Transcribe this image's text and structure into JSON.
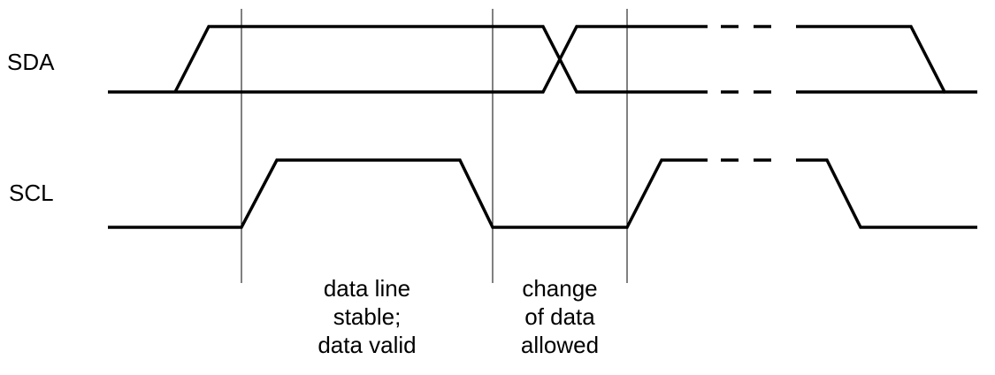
{
  "signals": {
    "sda_label": "SDA",
    "scl_label": "SCL"
  },
  "annotations": {
    "stable": [
      "data line",
      "stable;",
      "data valid"
    ],
    "change": [
      "change",
      "of data",
      "allowed"
    ]
  },
  "colors": {
    "line": "#000000",
    "background": "#ffffff"
  }
}
